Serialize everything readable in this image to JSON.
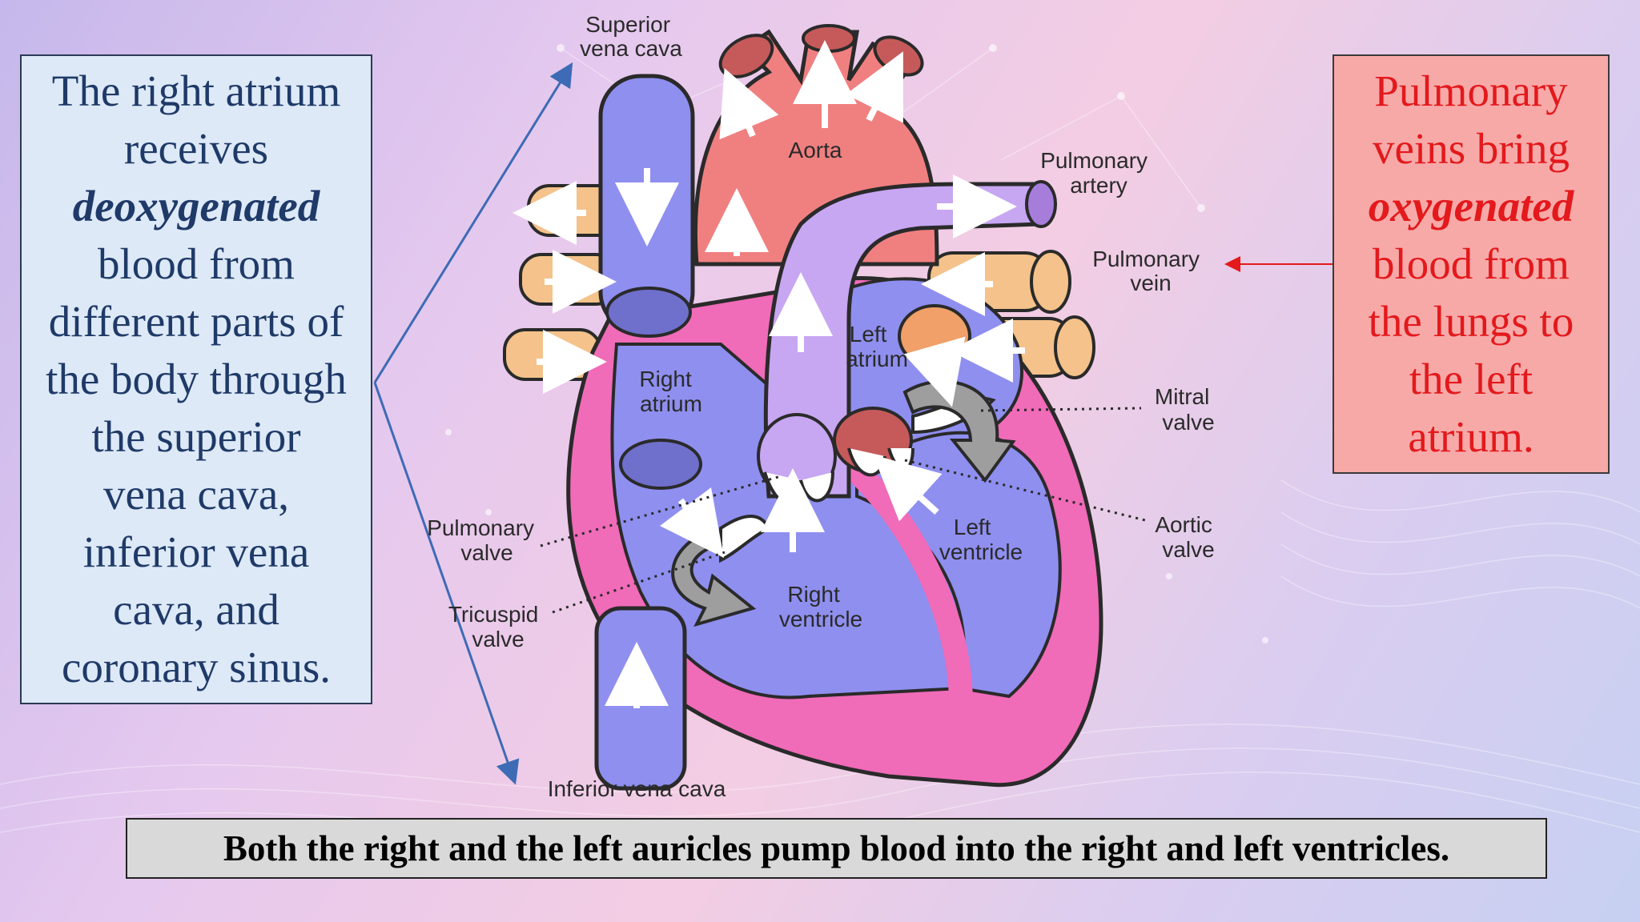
{
  "colors": {
    "deoxygenated": "#8f8ff0",
    "oxygenated": "#f08080",
    "pulmonary_artery": "#c7a6f2",
    "pulmonary_vein": "#f4c28a",
    "heart_muscle": "#f06bb8",
    "left_panel_bg": "#dde9f7",
    "left_panel_text": "#1f3a68",
    "right_panel_bg": "#f7a9a8",
    "right_panel_text": "#e3191c",
    "bottom_banner_bg": "#d9d9d9"
  },
  "left_panel": {
    "lines": [
      {
        "text": "The right atrium",
        "emphasis": false
      },
      {
        "text": "receives",
        "emphasis": false
      },
      {
        "text": "deoxygenated",
        "emphasis": true
      },
      {
        "text": "blood from",
        "emphasis": false
      },
      {
        "text": "different parts of",
        "emphasis": false
      },
      {
        "text": "the body through",
        "emphasis": false
      },
      {
        "text": "the superior",
        "emphasis": false
      },
      {
        "text": "vena cava,",
        "emphasis": false
      },
      {
        "text": "inferior vena",
        "emphasis": false
      },
      {
        "text": "cava, and",
        "emphasis": false
      },
      {
        "text": "coronary sinus.",
        "emphasis": false
      }
    ]
  },
  "right_panel": {
    "lines": [
      {
        "text": "Pulmonary",
        "emphasis": false
      },
      {
        "text": "veins bring",
        "emphasis": false
      },
      {
        "text": "oxygenated",
        "emphasis": true
      },
      {
        "text": "blood from",
        "emphasis": false
      },
      {
        "text": "the lungs to",
        "emphasis": false
      },
      {
        "text": "the left",
        "emphasis": false
      },
      {
        "text": "atrium.",
        "emphasis": false
      }
    ]
  },
  "bottom_banner": {
    "text": "Both the right and the left auricles pump blood into the right and left ventricles."
  },
  "diagram": {
    "labels": {
      "superior_vena_cava": [
        "Superior",
        "vena cava"
      ],
      "aorta": [
        "Aorta"
      ],
      "pulmonary_artery": [
        "Pulmonary",
        "artery"
      ],
      "pulmonary_vein": [
        "Pulmonary",
        "vein"
      ],
      "left_atrium": [
        "Left",
        "atrium"
      ],
      "right_atrium": [
        "Right",
        "atrium"
      ],
      "mitral_valve": [
        "Mitral",
        "valve"
      ],
      "aortic_valve": [
        "Aortic",
        "valve"
      ],
      "left_ventricle": [
        "Left",
        "ventricle"
      ],
      "right_ventricle": [
        "Right",
        "ventricle"
      ],
      "pulmonary_valve": [
        "Pulmonary",
        "valve"
      ],
      "tricuspid_valve": [
        "Tricuspid",
        "valve"
      ],
      "inferior_vena_cava": [
        "Inferior vena cava"
      ]
    }
  }
}
